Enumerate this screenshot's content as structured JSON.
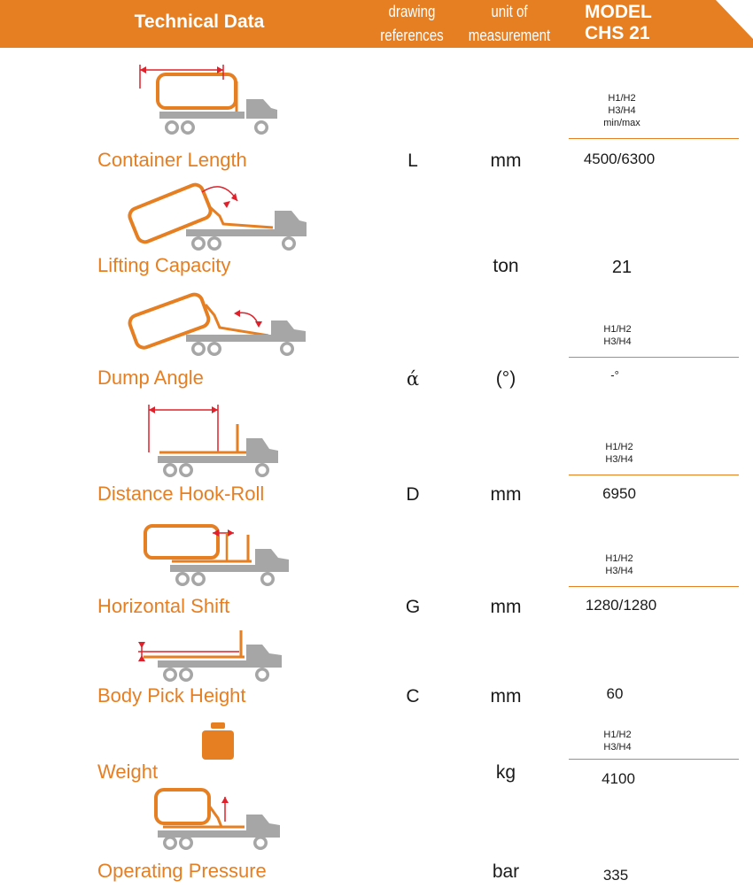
{
  "header": {
    "title": "Technical Data",
    "col_refs": [
      "drawing",
      "references"
    ],
    "col_units": [
      "unit of",
      "measurement"
    ],
    "model": [
      "MODEL",
      "CHS 21"
    ],
    "color": "#e67e22"
  },
  "rows": [
    {
      "label": "Container Length",
      "ref": "L",
      "unit": "mm",
      "notes": [
        "H1/H2",
        "H3/H4",
        "min/max"
      ],
      "value": "4500/6300",
      "icon": "truck-container-length-icon"
    },
    {
      "label": "Lifting Capacity",
      "ref": "",
      "unit": "ton",
      "notes": [],
      "value": "21",
      "icon": "truck-lifting-icon"
    },
    {
      "label": "Dump Angle",
      "ref": "ά",
      "unit": "(°)",
      "notes": [
        "H1/H2",
        "H3/H4"
      ],
      "value": "-°",
      "icon": "truck-dump-angle-icon"
    },
    {
      "label": "Distance Hook-Roll",
      "ref": "D",
      "unit": "mm",
      "notes": [
        "H1/H2",
        "H3/H4"
      ],
      "value": "6950",
      "icon": "truck-hook-roll-icon"
    },
    {
      "label": "Horizontal Shift",
      "ref": "G",
      "unit": "mm",
      "notes": [
        "H1/H2",
        "H3/H4"
      ],
      "value": "1280/1280",
      "icon": "truck-horizontal-shift-icon"
    },
    {
      "label": "Body Pick Height",
      "ref": "C",
      "unit": "mm",
      "notes": [],
      "value": "60",
      "icon": "truck-pick-height-icon"
    },
    {
      "label": "Weight",
      "ref": "",
      "unit": "kg",
      "notes": [
        "H1/H2",
        "H3/H4"
      ],
      "value": "4100",
      "icon": "weight-icon"
    },
    {
      "label": "Operating Pressure",
      "ref": "",
      "unit": "bar",
      "notes": [],
      "value": "335",
      "icon": "truck-pressure-icon"
    }
  ]
}
